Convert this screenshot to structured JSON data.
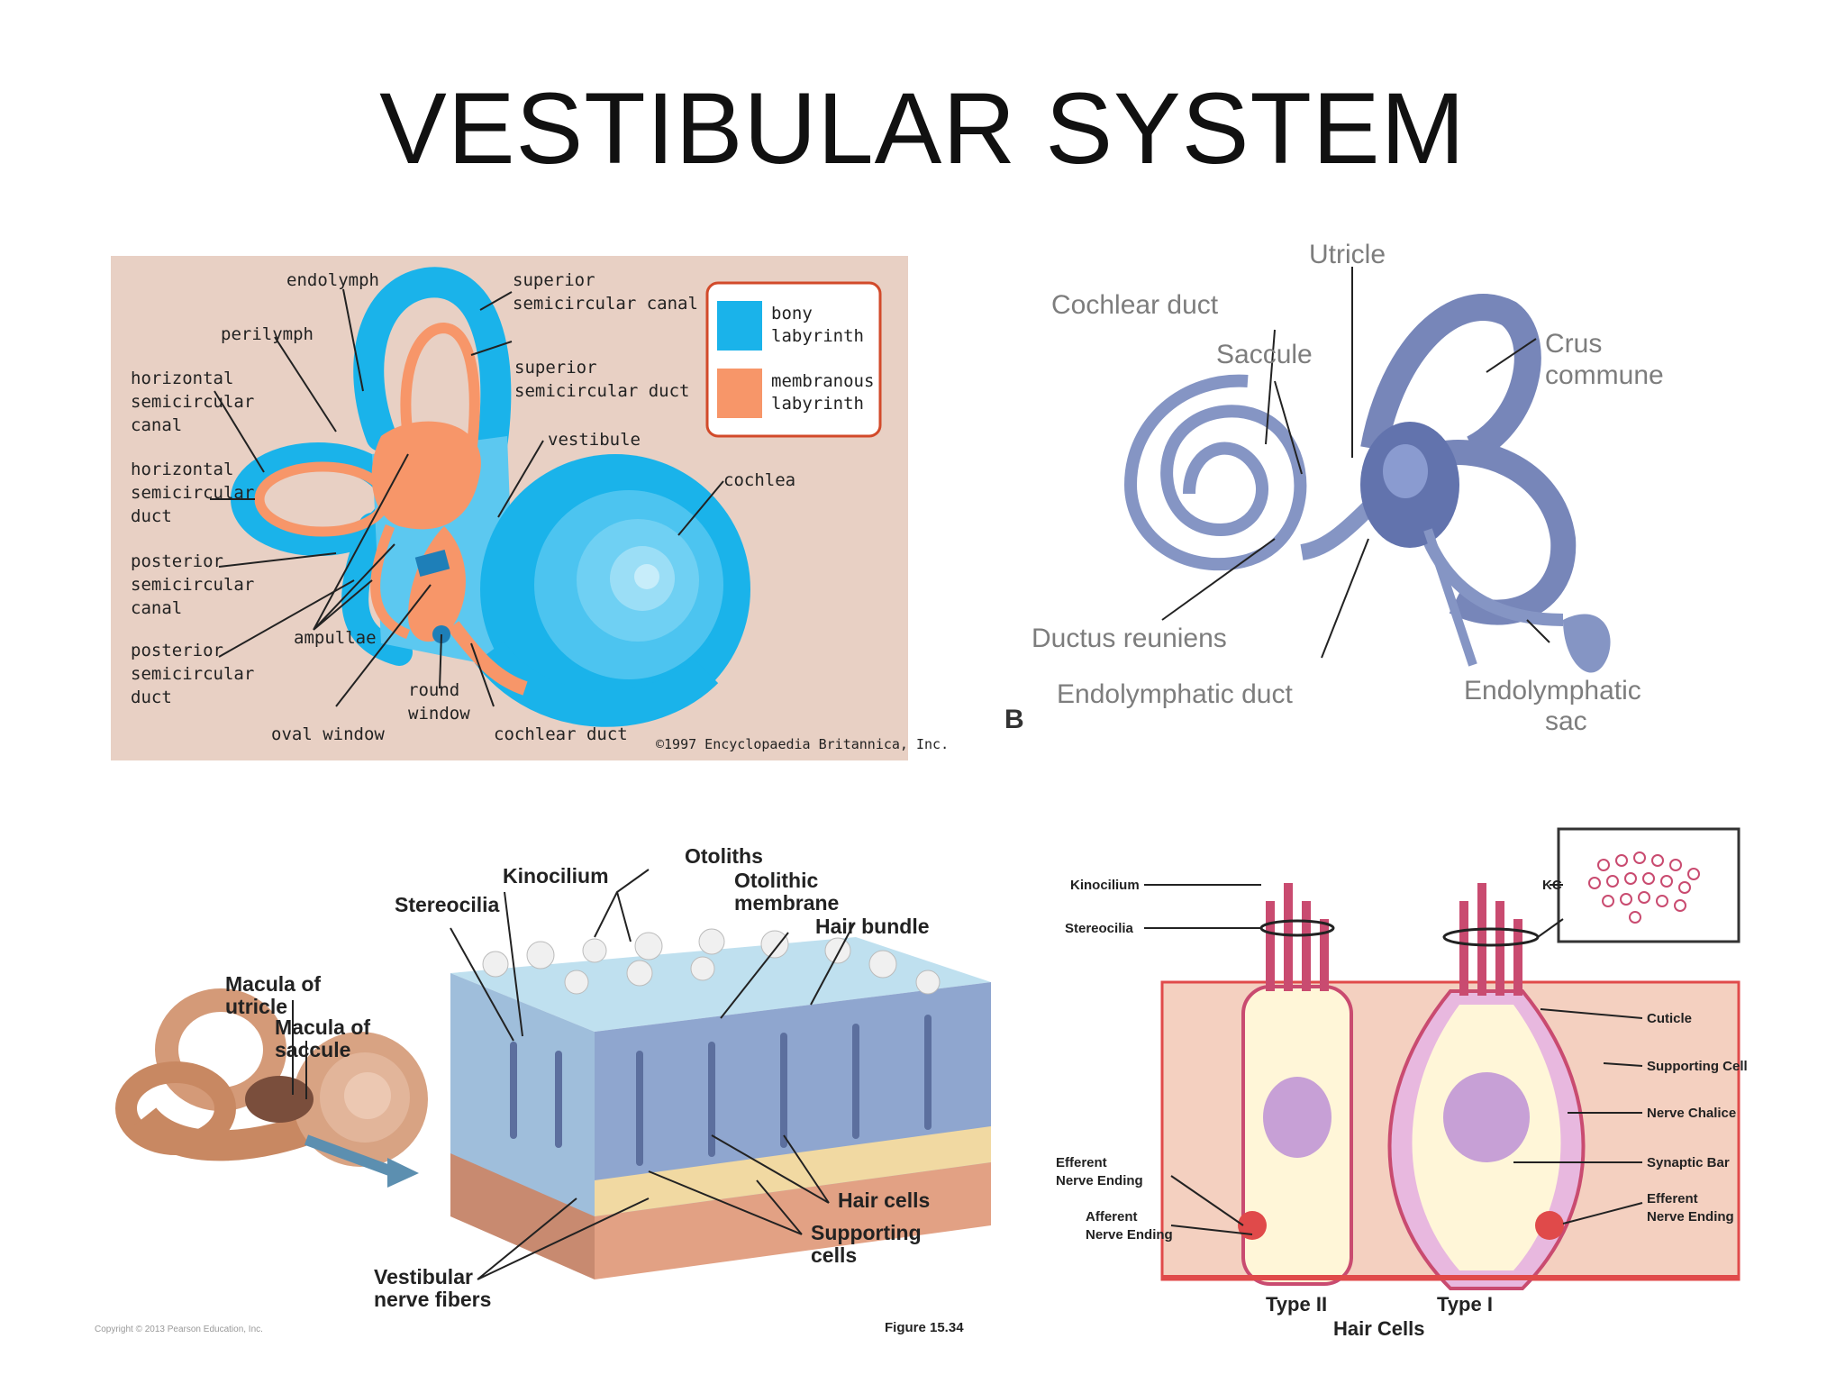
{
  "slide": {
    "title": "VESTIBULAR SYSTEM"
  },
  "ear_diagram": {
    "legend": {
      "bony": [
        "bony",
        "labyrinth"
      ],
      "membranous": [
        "membranous",
        "labyrinth"
      ],
      "colors": {
        "bony": "#1ab3ea",
        "membranous": "#f79669"
      }
    },
    "labels": {
      "endolymph": "endolymph",
      "perilymph": "perilymph",
      "horizontal_canal": [
        "horizontal",
        "semicircular",
        "canal"
      ],
      "horizontal_duct": [
        "horizontal",
        "semicircular",
        "duct"
      ],
      "posterior_canal": [
        "posterior",
        "semicircular",
        "canal"
      ],
      "posterior_duct": [
        "posterior",
        "semicircular",
        "duct"
      ],
      "superior_canal": [
        "superior",
        "semicircular canal"
      ],
      "superior_duct": [
        "superior",
        "semicircular duct"
      ],
      "vestibule": "vestibule",
      "cochlea": "cochlea",
      "ampullae": "ampullae",
      "round_window": [
        "round",
        "window"
      ],
      "oval_window": "oval window",
      "cochlear_duct": "cochlear duct",
      "copyright": "©1997 Encyclopaedia Britannica, Inc."
    },
    "background_color": "#e8d0c4"
  },
  "labyrinth_diagram": {
    "labels": {
      "utricle": "Utricle",
      "cochlear_duct": "Cochlear duct",
      "saccule": "Saccule",
      "crus_commune": [
        "Crus",
        "commune"
      ],
      "ductus_reuniens": "Ductus reuniens",
      "endolymphatic_duct": "Endolymphatic duct",
      "endolymphatic_sac": [
        "Endolymphatic",
        "sac"
      ],
      "panel_letter": "B"
    },
    "tint_color": "#8595c4"
  },
  "macula_diagram": {
    "labels": {
      "macula_utricle": [
        "Macula of",
        "utricle"
      ],
      "macula_saccule": [
        "Macula of",
        "saccule"
      ],
      "kinocilium": "Kinocilium",
      "stereocilia": "Stereocilia",
      "otoliths": "Otoliths",
      "otolithic_membrane": [
        "Otolithic",
        "membrane"
      ],
      "hair_bundle": "Hair bundle",
      "hair_cells": "Hair cells",
      "supporting_cells": [
        "Supporting",
        "cells"
      ],
      "vestibular_nerve": [
        "Vestibular",
        "nerve fibers"
      ],
      "copyright": "Copyright © 2013 Pearson Education, Inc.",
      "figure": "Figure 15.34"
    }
  },
  "hair_cell_diagram": {
    "labels": {
      "kinocilium": "Kinocilium",
      "stereocilia": "Stereocilia",
      "kc": "KC",
      "cuticle": "Cuticle",
      "supporting_cell": "Supporting Cell",
      "nerve_chalice": "Nerve Chalice",
      "synaptic_bar": "Synaptic Bar",
      "efferent_right": [
        "Efferent",
        "Nerve Ending"
      ],
      "efferent_left": [
        "Efferent",
        "Nerve Ending"
      ],
      "afferent": [
        "Afferent",
        "Nerve Ending"
      ],
      "type2": "Type II",
      "type1": "Type I",
      "caption": "Hair Cells"
    }
  }
}
